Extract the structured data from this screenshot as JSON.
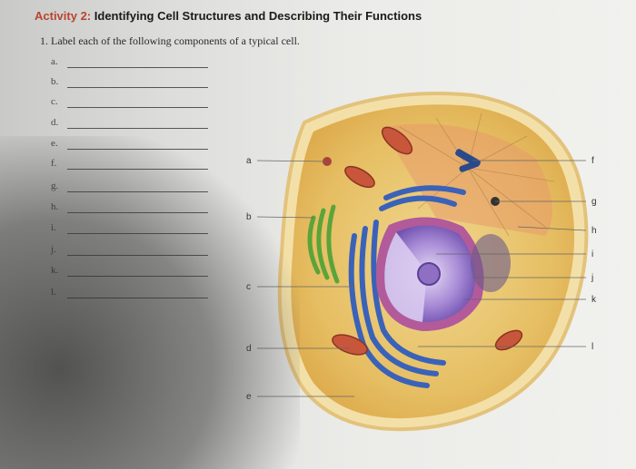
{
  "header": {
    "activity_label": "Activity 2:",
    "title": "Identifying Cell Structures and Describing Their Functions"
  },
  "question": {
    "text": "1. Label each of the following components of a typical cell."
  },
  "answers": [
    {
      "letter": "a."
    },
    {
      "letter": "b."
    },
    {
      "letter": "c."
    },
    {
      "letter": "d."
    },
    {
      "letter": "e."
    },
    {
      "letter": "f."
    },
    {
      "letter": "g."
    },
    {
      "letter": "h."
    },
    {
      "letter": "i."
    },
    {
      "letter": "j."
    },
    {
      "letter": "k."
    },
    {
      "letter": "l."
    }
  ],
  "diagram": {
    "labels": [
      "a",
      "b",
      "c",
      "d",
      "e",
      "f",
      "g",
      "h",
      "i",
      "j",
      "k",
      "l"
    ],
    "colors": {
      "cytoplasm": "#e9c46a",
      "membrane": "#f3dca0",
      "er": "#3a62b8",
      "golgi": "#5aa43a",
      "mito": "#c8563a",
      "nucleus": "#8e6fc2",
      "nucleolus": "#b25a9a"
    }
  }
}
